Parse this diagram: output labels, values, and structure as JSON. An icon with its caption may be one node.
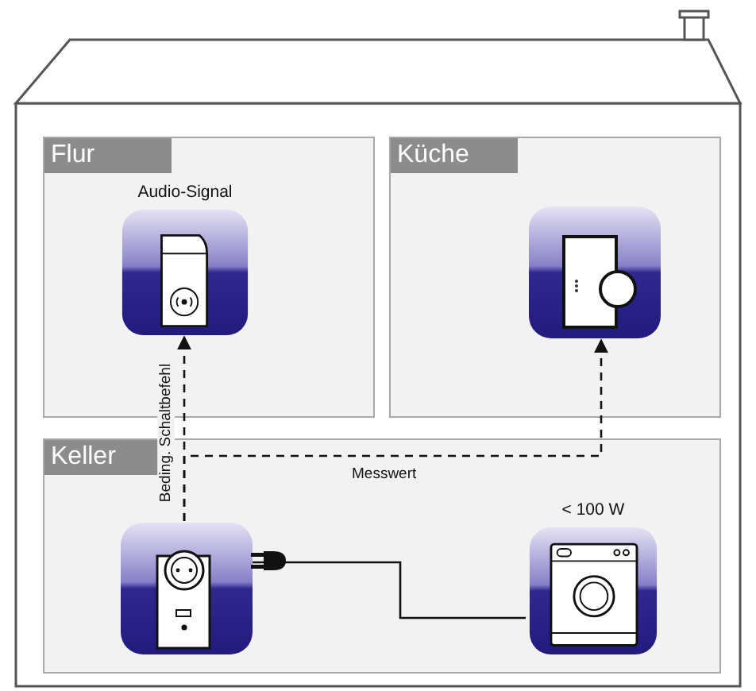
{
  "diagram": {
    "nodes": [
      {
        "text": [
          "Flur"
        ]
      },
      {
        "text": [
          "Audio-Signal"
        ],
        "in": 0
      },
      {
        "text": [
          "Küche"
        ]
      },
      {
        "text": [],
        "shape": "box",
        "in": 2
      },
      {
        "text": [
          "Keller"
        ]
      },
      {
        "text": [],
        "shape": "box",
        "in": 4
      },
      {
        "text": [
          "< 100 W"
        ],
        "in": 4
      }
    ],
    "edges": [
      {
        "from": 5,
        "to": 1,
        "arrow": "to",
        "style": "dashed",
        "label": "Beding. Schaltbefehl"
      },
      {
        "from": 5,
        "to": 3,
        "arrow": "to",
        "style": "dashed",
        "label": "Messwert"
      },
      {
        "from": 5,
        "to": 6,
        "arrow": "none"
      }
    ]
  }
}
